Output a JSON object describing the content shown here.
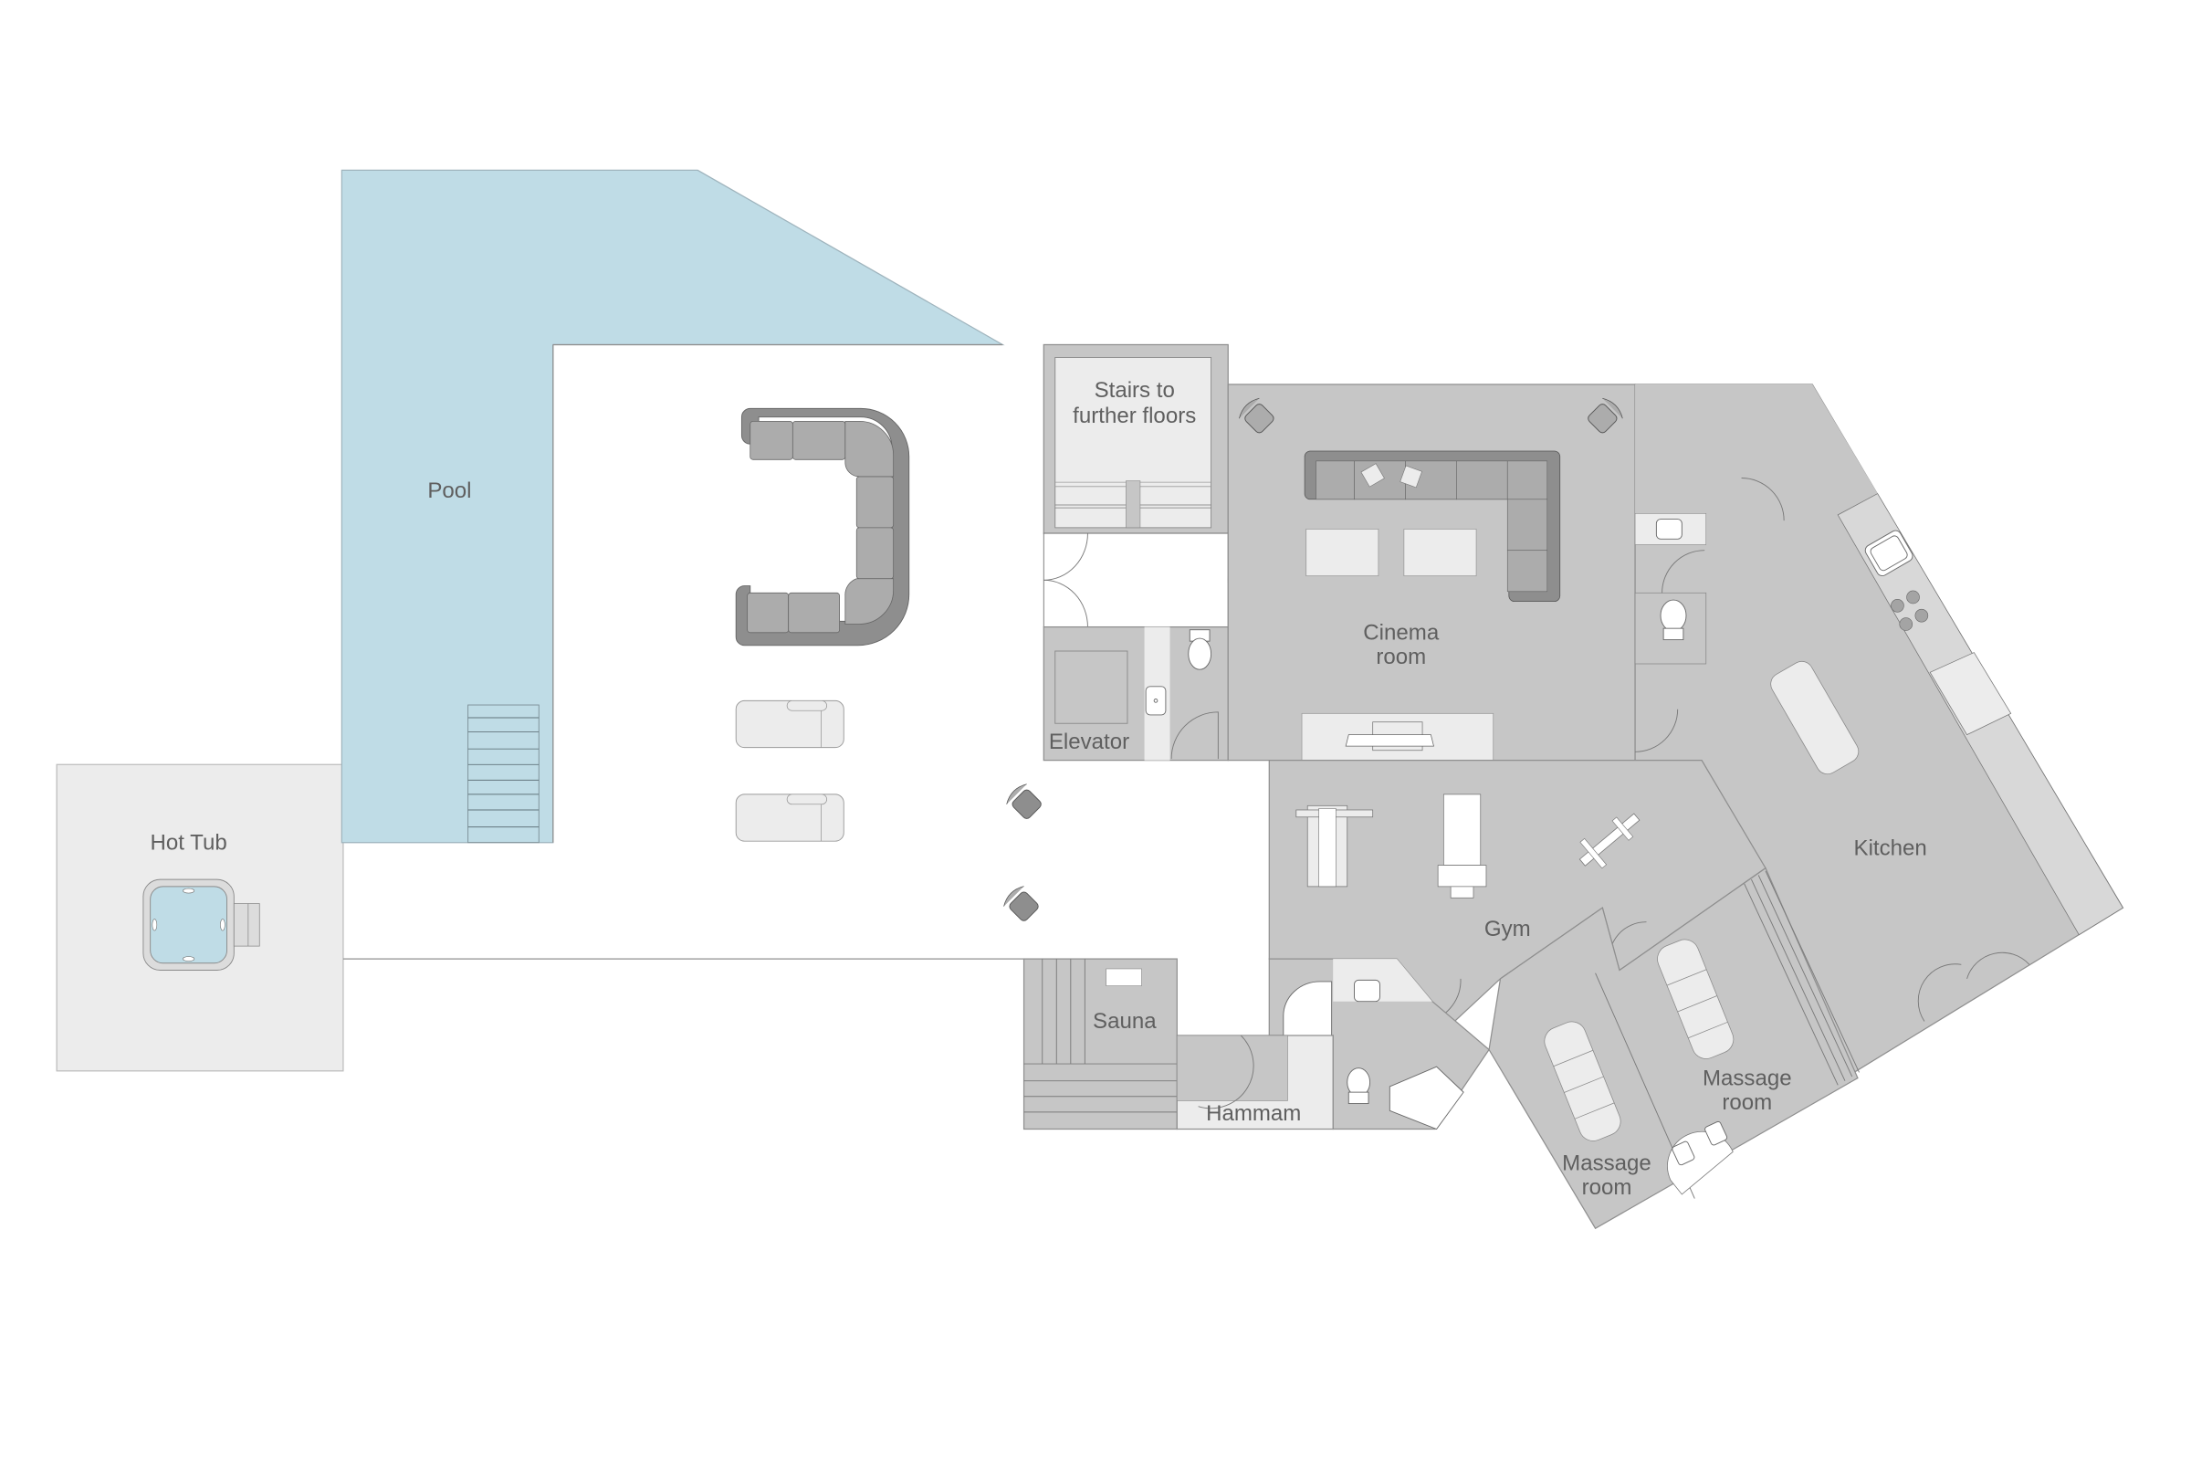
{
  "plan": {
    "type": "floor-plan",
    "colors": {
      "background": "#ffffff",
      "pool_water": "#bfdce6",
      "room_fill": "#c6c6c6",
      "light_fill": "#ececec",
      "sofa_dark": "#8e8e8e",
      "sofa_light": "#acacac",
      "label_text": "#5f5f5f"
    },
    "rooms": [
      {
        "id": "pool",
        "label": "Pool"
      },
      {
        "id": "hot-tub",
        "label": "Hot Tub"
      },
      {
        "id": "stairs",
        "label": "Stairs to further floors",
        "line1": "Stairs to",
        "line2": "further floors"
      },
      {
        "id": "elevator",
        "label": "Elevator"
      },
      {
        "id": "cinema",
        "label": "Cinema room",
        "line1": "Cinema",
        "line2": "room"
      },
      {
        "id": "kitchen",
        "label": "Kitchen"
      },
      {
        "id": "gym",
        "label": "Gym"
      },
      {
        "id": "sauna",
        "label": "Sauna"
      },
      {
        "id": "hammam",
        "label": "Hammam"
      },
      {
        "id": "massage-1",
        "label": "Massage room",
        "line1": "Massage",
        "line2": "room"
      },
      {
        "id": "massage-2",
        "label": "Massage room",
        "line1": "Massage",
        "line2": "room"
      }
    ]
  }
}
